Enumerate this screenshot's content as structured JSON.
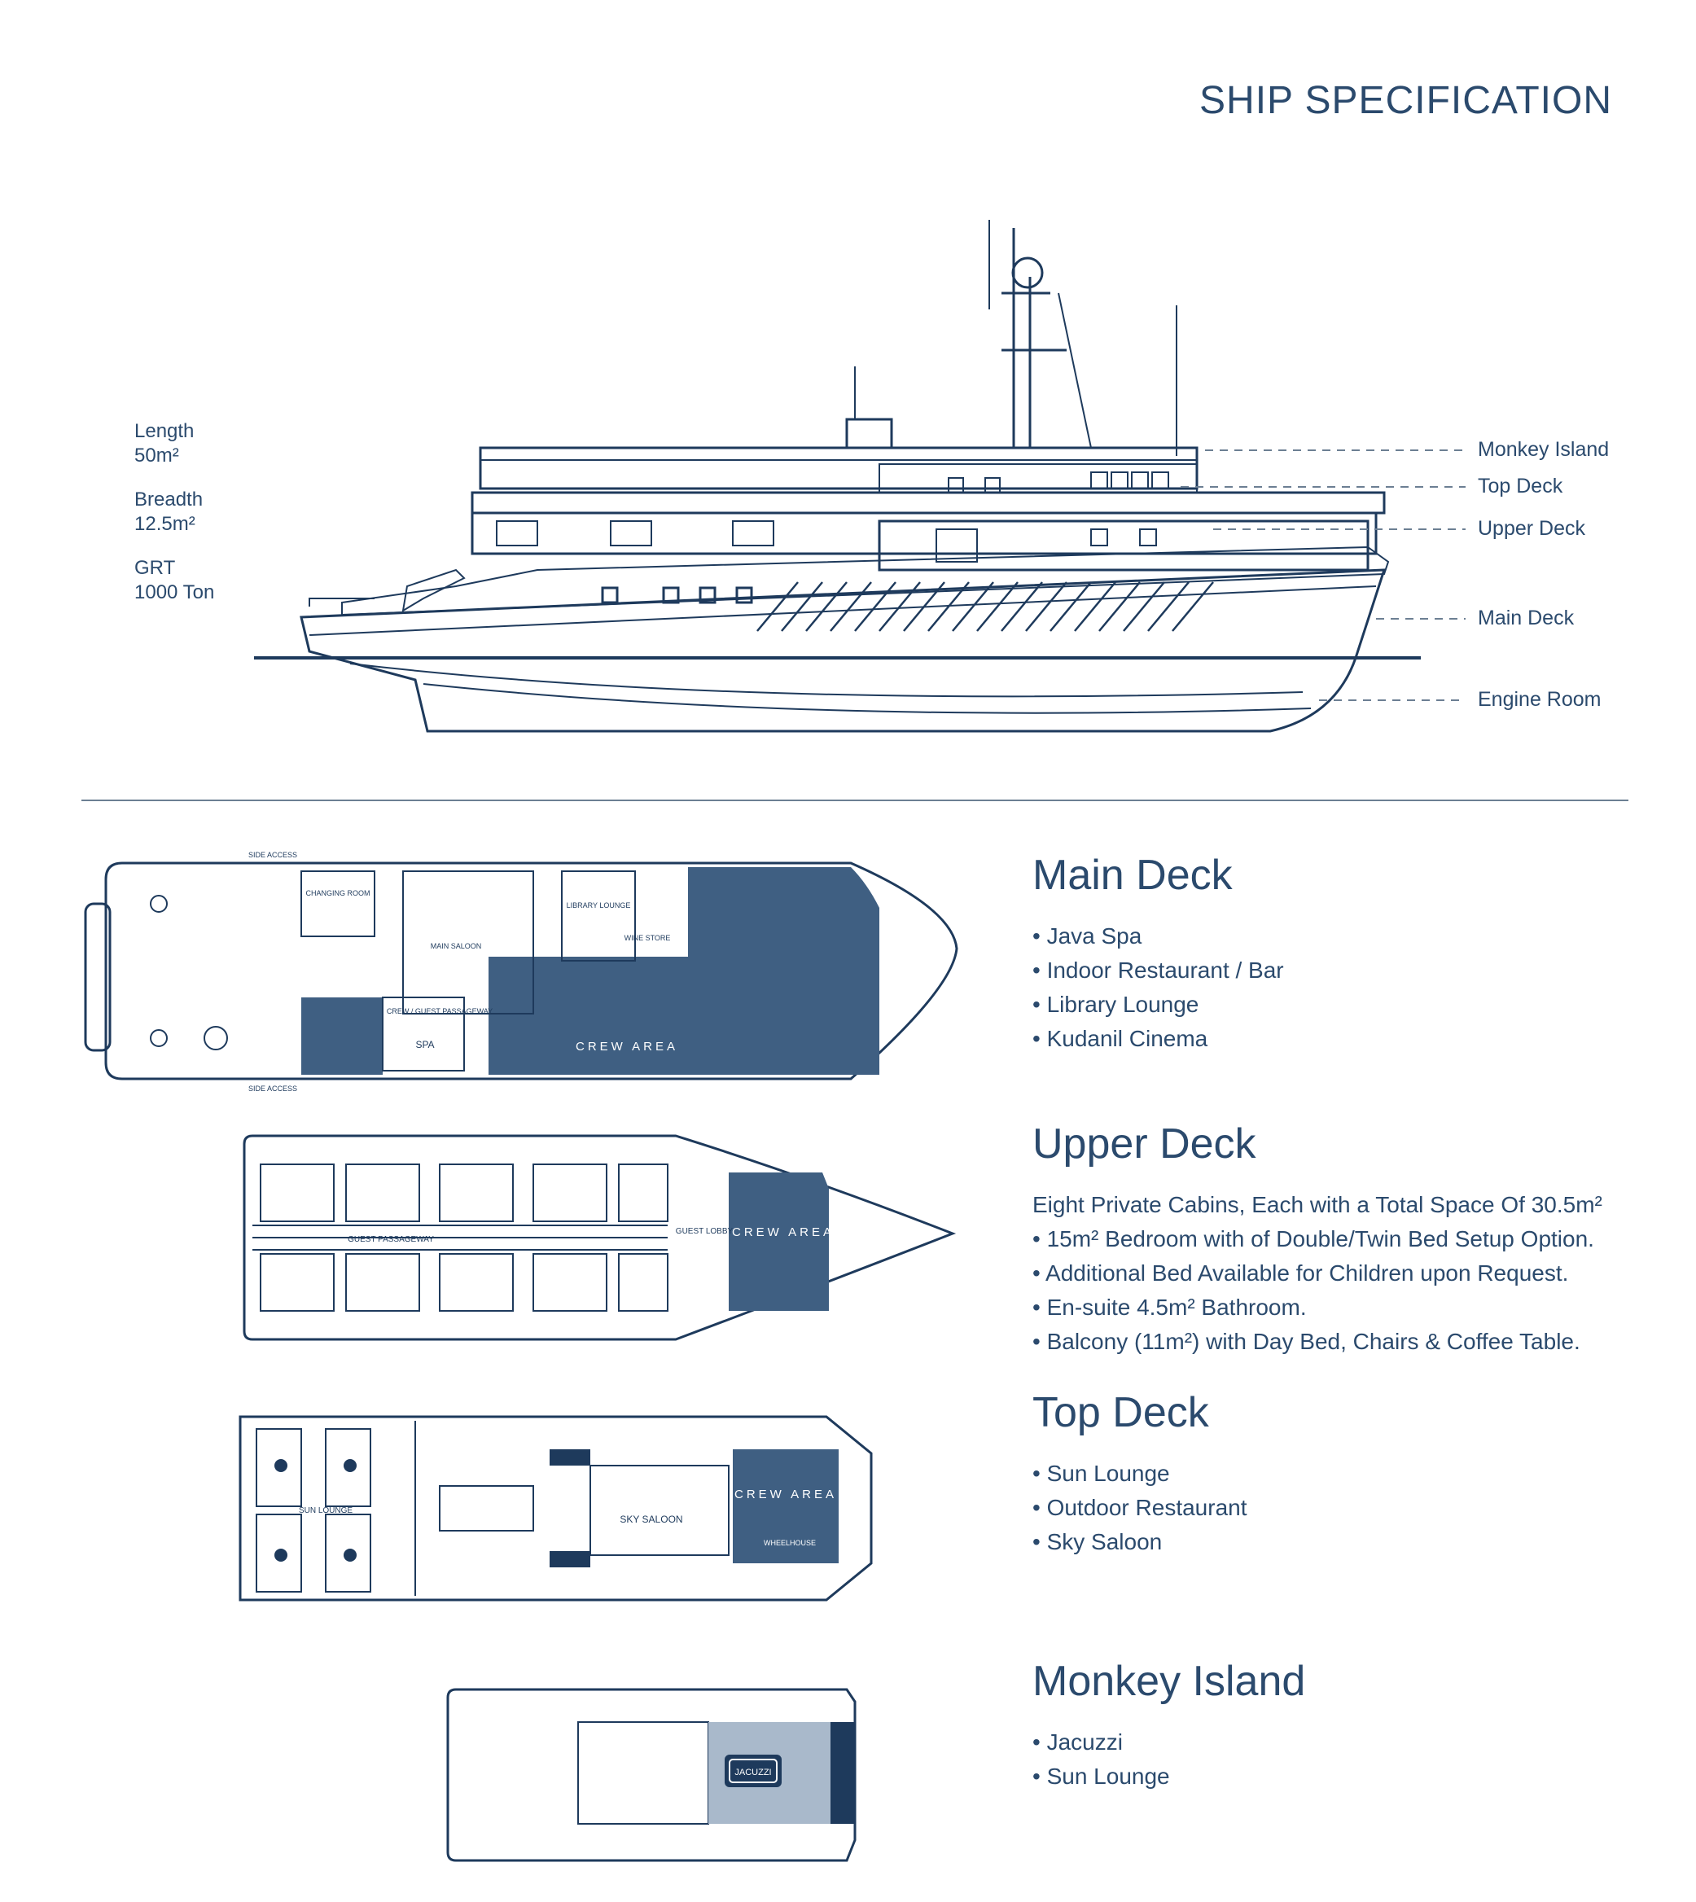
{
  "title": "SHIP SPECIFICATION",
  "specs": [
    {
      "label": "Length",
      "value": "50m²"
    },
    {
      "label": "Breadth",
      "value": "12.5m²"
    },
    {
      "label": "GRT",
      "value": "1000 Ton"
    }
  ],
  "profile_labels": [
    "Monkey Island",
    "Top Deck",
    "Upper Deck",
    "Main Deck",
    "Engine Room"
  ],
  "sections": {
    "main": {
      "title": "Main Deck",
      "items": [
        "• Java Spa",
        "• Indoor Restaurant / Bar",
        "• Library Lounge",
        "• Kudanil Cinema"
      ]
    },
    "upper": {
      "title": "Upper Deck",
      "intro": "Eight Private Cabins, Each with a Total Space Of 30.5m²",
      "items": [
        "• 15m² Bedroom with of Double/Twin Bed Setup Option.",
        "• Additional Bed Available for Children upon Request.",
        "• En-suite 4.5m² Bathroom.",
        "• Balcony (11m²) with Day Bed, Chairs & Coffee Table."
      ]
    },
    "top": {
      "title": "Top Deck",
      "items": [
        "• Sun Lounge",
        "• Outdoor Restaurant",
        "• Sky Saloon"
      ]
    },
    "monkey": {
      "title": "Monkey Island",
      "items": [
        "• Jacuzzi",
        "• Sun Lounge"
      ]
    }
  },
  "plan_labels": {
    "side_access": "SIDE ACCESS",
    "changing_room": "CHANGING ROOM",
    "main_saloon": "MAIN SALOON",
    "library_lounge": "LIBRARY LOUNGE",
    "wine_store": "WINE STORE",
    "crew_guest_passageway": "CREW / GUEST PASSAGEWAY",
    "spa": "SPA",
    "crew_area": "CREW AREA",
    "guest_passageway": "GUEST PASSAGEWAY",
    "guest_lobby": "GUEST LOBBY",
    "sun_lounge": "SUN LOUNGE",
    "sky_saloon": "SKY SALOON",
    "wheelhouse": "WHEELHOUSE",
    "jacuzzi": "JACUZZI"
  },
  "colors": {
    "navy": "#1e3a5c",
    "crew_fill": "#3f5f82",
    "light_fill": "#a9b9cb",
    "text": "#2b4a6d"
  }
}
